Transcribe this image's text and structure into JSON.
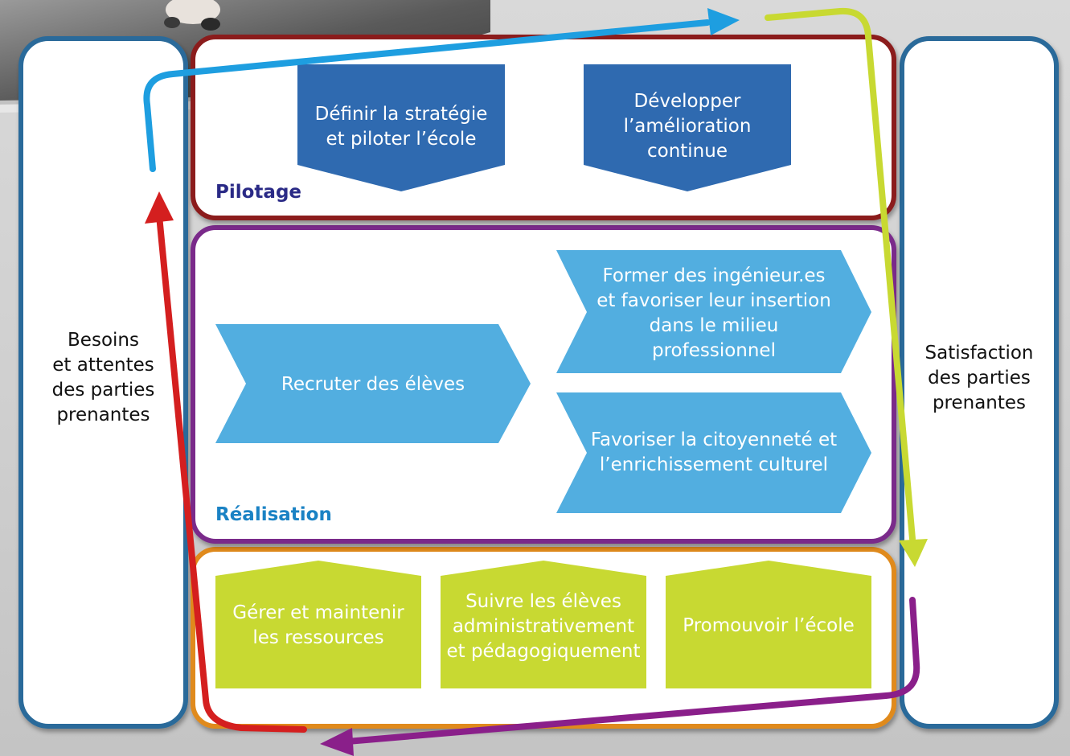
{
  "colors": {
    "pilotage_border": "#8b1a1a",
    "realisation_border": "#7a2a8a",
    "support_border": "#e08a1a",
    "side_border": "#2a6a9a",
    "pilotage_shape": "#2f6ab0",
    "realisation_shape": "#52aee0",
    "support_shape": "#c8d932",
    "pilotage_label": "#2a2a86",
    "realisation_label": "#1a82c4",
    "arrow_blue": "#1e9ee0",
    "arrow_green": "#c8d932",
    "arrow_purple": "#8a1f8a",
    "arrow_red": "#d41f1f"
  },
  "left_panel": {
    "text": "Besoins\net attentes\ndes parties\nprenantes"
  },
  "right_panel": {
    "text": "Satisfaction\ndes parties\nprenantes"
  },
  "pilotage": {
    "label": "Pilotage",
    "processes": [
      {
        "text": "Définir la stratégie\net piloter l’école"
      },
      {
        "text": "Développer\nl’amélioration\ncontinue"
      }
    ]
  },
  "realisation": {
    "label": "Réalisation",
    "processes": [
      {
        "text": "Recruter des élèves"
      },
      {
        "text": "Former des ingénieur.es\net favoriser leur insertion\ndans le milieu\nprofessionnel"
      },
      {
        "text": "Favoriser la citoyenneté et\nl’enrichissement culturel"
      }
    ]
  },
  "support": {
    "processes": [
      {
        "text": "Gérer et maintenir\nles ressources"
      },
      {
        "text": "Suivre les élèves\nadministrativement\net pédagogiquement"
      },
      {
        "text": "Promouvoir l’école"
      }
    ]
  }
}
